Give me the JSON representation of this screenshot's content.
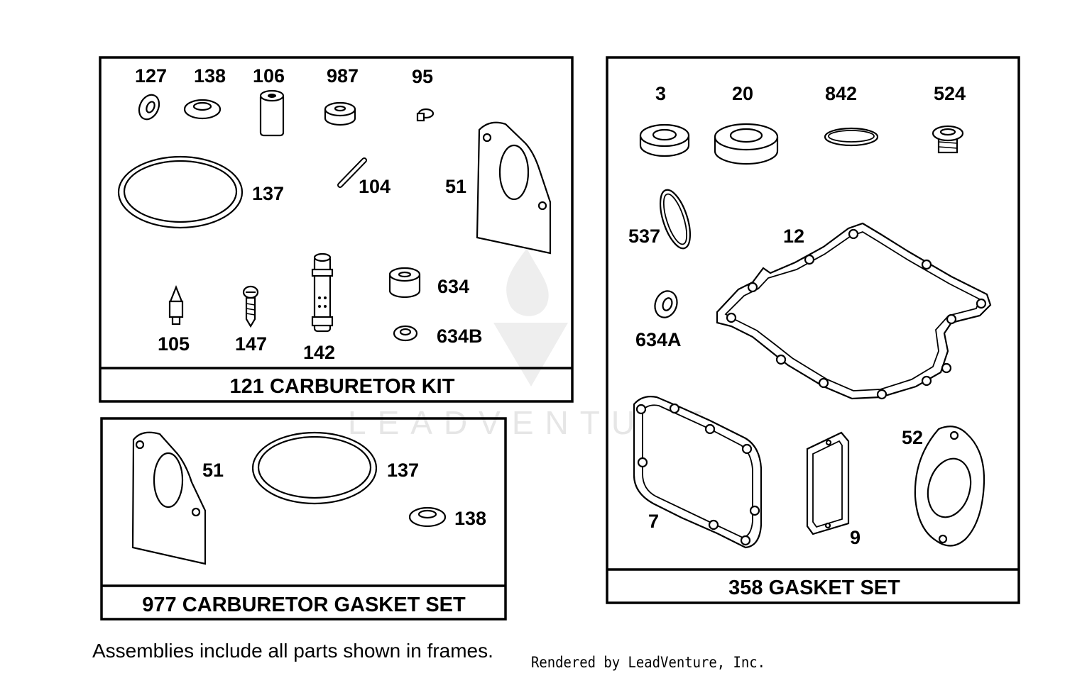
{
  "kits": {
    "carburetor_kit": {
      "title": "121 CARBURETOR KIT",
      "parts": [
        "127",
        "138",
        "106",
        "987",
        "95",
        "137",
        "104",
        "51",
        "105",
        "147",
        "142",
        "634",
        "634B"
      ]
    },
    "carburetor_gasket_set": {
      "title": "977 CARBURETOR GASKET SET",
      "parts": [
        "51",
        "137",
        "138"
      ]
    },
    "gasket_set": {
      "title": "358 GASKET SET",
      "parts": [
        "3",
        "20",
        "842",
        "524",
        "537",
        "12",
        "634A",
        "7",
        "9",
        "52"
      ]
    }
  },
  "footer": {
    "note": "Assemblies include all parts shown in frames.",
    "credit": "Rendered by LeadVenture, Inc."
  },
  "watermark": "LEADVENTURE"
}
